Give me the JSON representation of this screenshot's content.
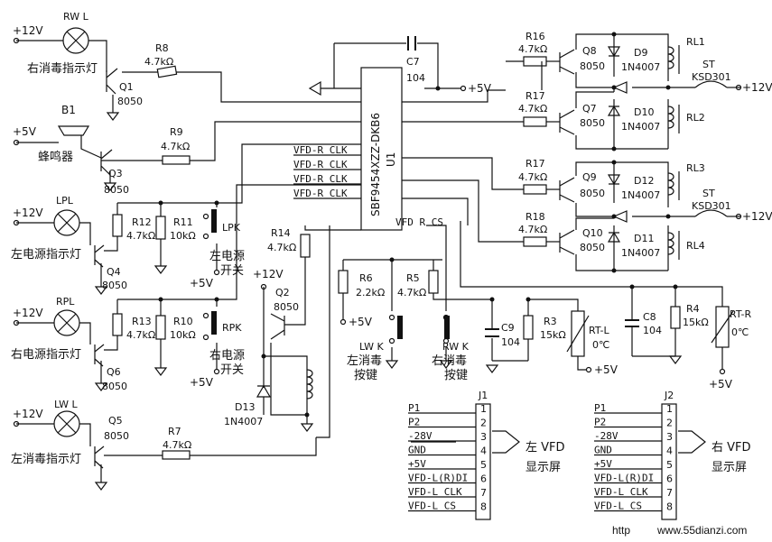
{
  "power": {
    "v12": "+12V",
    "v5": "+5V"
  },
  "ic": {
    "ref": "U1",
    "part": "SBF9454XZZ-DKB6",
    "pins_left": [
      "VFD-R CLK",
      "VFD-R CLK",
      "VFD-R CLK",
      "VFD-R CLK"
    ],
    "cs_label": "VFD R CS"
  },
  "c7": {
    "ref": "C7",
    "value": "104"
  },
  "lamps": {
    "rw": {
      "ref": "RW L",
      "caption": "右消毒指示灯"
    },
    "lpl": {
      "ref": "LPL",
      "caption": "左电源指示灯"
    },
    "rpl": {
      "ref": "RPL",
      "caption": "右电源指示灯"
    },
    "lw": {
      "ref": "LW L",
      "caption": "左消毒指示灯"
    }
  },
  "buzzer": {
    "ref": "B1",
    "caption": "蜂鸣器"
  },
  "transistors": {
    "q1": {
      "ref": "Q1",
      "type": "8050"
    },
    "q3": {
      "ref": "Q3",
      "type": "8050"
    },
    "q4": {
      "ref": "Q4",
      "type": "8050"
    },
    "q6": {
      "ref": "Q6",
      "type": "8050"
    },
    "q5": {
      "ref": "Q5",
      "type": "8050"
    },
    "q2": {
      "ref": "Q2",
      "type": "8050"
    },
    "q8": {
      "ref": "Q8",
      "type": "8050"
    },
    "q7": {
      "ref": "Q7",
      "type": "8050"
    },
    "q9": {
      "ref": "Q9",
      "type": "8050"
    },
    "q10": {
      "ref": "Q10",
      "type": "8050"
    }
  },
  "resistors": {
    "r8": {
      "ref": "R8",
      "value": "4.7kΩ"
    },
    "r9": {
      "ref": "R9",
      "value": "4.7kΩ"
    },
    "r12": {
      "ref": "R12",
      "value": "4.7kΩ"
    },
    "r11": {
      "ref": "R11",
      "value": "10kΩ"
    },
    "r13": {
      "ref": "R13",
      "value": "4.7kΩ"
    },
    "r10": {
      "ref": "R10",
      "value": "10kΩ"
    },
    "r7": {
      "ref": "R7",
      "value": "4.7kΩ"
    },
    "r14": {
      "ref": "R14",
      "value": "4.7kΩ"
    },
    "r6": {
      "ref": "R6",
      "value": "2.2kΩ"
    },
    "r5": {
      "ref": "R5",
      "value": "4.7kΩ"
    },
    "r3": {
      "ref": "R3",
      "value": "15kΩ"
    },
    "r4": {
      "ref": "R4",
      "value": "15kΩ"
    },
    "r16": {
      "ref": "R16",
      "value": "4.7kΩ"
    },
    "r17a": {
      "ref": "R17",
      "value": "4.7kΩ"
    },
    "r17b": {
      "ref": "R17",
      "value": "4.7kΩ"
    },
    "r18": {
      "ref": "R18",
      "value": "4.7kΩ"
    }
  },
  "switches": {
    "lpk": {
      "ref": "LPK",
      "caption1": "左电源",
      "caption2": "开关"
    },
    "rpk": {
      "ref": "RPK",
      "caption1": "右电源",
      "caption2": "开关"
    },
    "lwk": {
      "ref": "LW K",
      "caption1": "左消毒",
      "caption2": "按键"
    },
    "rwk": {
      "ref": "RW K",
      "caption1": "右消毒",
      "caption2": "按键"
    }
  },
  "diodes": {
    "d13": {
      "ref": "D13",
      "type": "1N4007"
    },
    "d9": {
      "ref": "D9",
      "type": "1N4007"
    },
    "d10": {
      "ref": "D10",
      "type": "1N4007"
    },
    "d12": {
      "ref": "D12",
      "type": "1N4007"
    },
    "d11": {
      "ref": "D11",
      "type": "1N4007"
    }
  },
  "relays": {
    "rl1": "RL1",
    "rl2": "RL2",
    "rl3": "RL3",
    "rl4": "RL4"
  },
  "thermostats": {
    "st1": "ST",
    "st1b": "KSD301",
    "st2": "ST",
    "st2b": "KSD301"
  },
  "caps": {
    "c9": {
      "ref": "C9",
      "value": "104"
    },
    "c8": {
      "ref": "C8",
      "value": "104"
    }
  },
  "thermistors": {
    "rtl": {
      "ref": "RT-L",
      "value": "0℃"
    },
    "rtr": {
      "ref": "RT-R",
      "value": "0℃"
    }
  },
  "j1": {
    "ref": "J1",
    "pins": [
      "P1",
      "P2",
      "-28V",
      "GND",
      "+5V",
      "VFD-L(R)DI",
      "VFD-L CLK",
      "VFD-L CS"
    ],
    "nums": [
      "1",
      "2",
      "3",
      "4",
      "5",
      "6",
      "7",
      "8"
    ],
    "caption1": "左 VFD",
    "caption2": "显示屏"
  },
  "j2": {
    "ref": "J2",
    "pins": [
      "P1",
      "P2",
      "-28V",
      "GND",
      "+5V",
      "VFD-L(R)DI",
      "VFD-L CLK",
      "VFD-L CS"
    ],
    "nums": [
      "1",
      "2",
      "3",
      "4",
      "5",
      "6",
      "7",
      "8"
    ],
    "caption1": "右 VFD",
    "caption2": "显示屏"
  },
  "watermark": {
    "prefix": "http",
    "url": "www.55dianzi.com"
  }
}
